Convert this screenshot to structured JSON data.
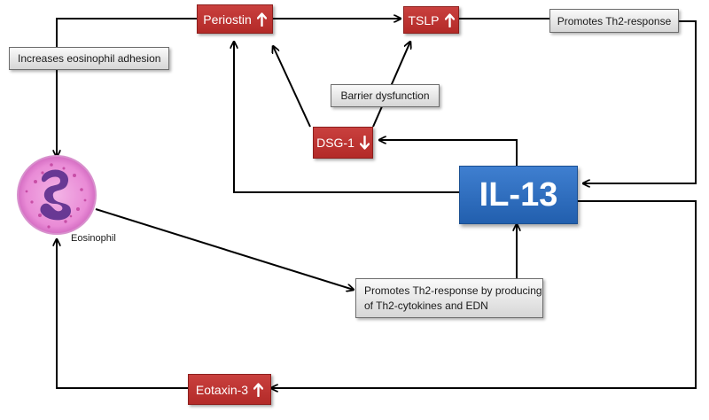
{
  "nodes": {
    "periostin": {
      "label": "Periostin",
      "direction": "up"
    },
    "tslp": {
      "label": "TSLP",
      "direction": "up"
    },
    "dsg1": {
      "label": "DSG-1",
      "direction": "down"
    },
    "eotaxin3": {
      "label": "Eotaxin-3",
      "direction": "up"
    },
    "il13": {
      "label": "IL-13"
    },
    "th2_top": {
      "label": "Promotes Th2-response"
    },
    "adhesion": {
      "label": "Increases eosinophil adhesion"
    },
    "barrier": {
      "label": "Barrier dysfunction"
    },
    "th2_bottom": {
      "line1": "Promotes Th2-response by producing",
      "line2": "of Th2-cytokines and EDN"
    }
  },
  "eosinophil": {
    "label": "Eosinophil"
  },
  "colors": {
    "red_box": "#b32a28",
    "blue_box": "#2a67b8",
    "grey_box": "#e6e6e6",
    "arrow": "#000000",
    "cell_body": "#e98bd6",
    "cell_nucleus": "#5a2d8c"
  }
}
